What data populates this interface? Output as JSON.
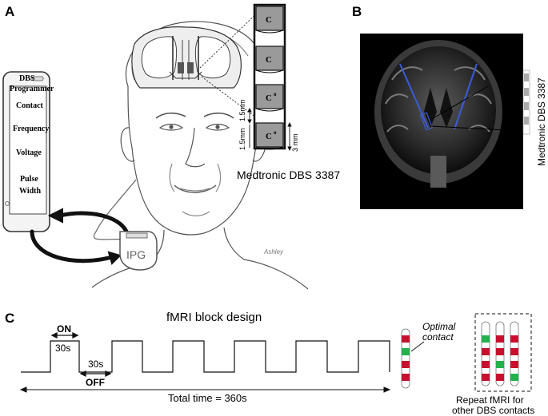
{
  "panels": {
    "a": "A",
    "b": "B",
    "c": "C"
  },
  "programmer": {
    "title_line1": "DBS",
    "title_line2": "Programmer",
    "items": [
      "Contact",
      "Frequency",
      "Voltage",
      "Pulse",
      "Width"
    ]
  },
  "ipg_label": "IPG",
  "lead": {
    "contact_letter": "C",
    "dim_a": "1.5mm",
    "dim_b": "1.5mm",
    "dim_c": "3 mm",
    "caption": "Medtronic DBS 3387"
  },
  "mri_caption": "Medtronic DBS 3387",
  "block": {
    "title": "fMRI block design",
    "on_label": "ON",
    "on_time": "30s",
    "off_label": "OFF",
    "off_time": "30s",
    "total": "Total time = 360s",
    "optimal_line1": "Optimal",
    "optimal_line2": "contact",
    "repeat_line1": "Repeat fMRI for",
    "repeat_line2": "other DBS contacts"
  },
  "colors": {
    "red": "#c8102e",
    "green": "#22b14c",
    "lead_gray": "#9a9a9a"
  },
  "signature": "Ashley"
}
